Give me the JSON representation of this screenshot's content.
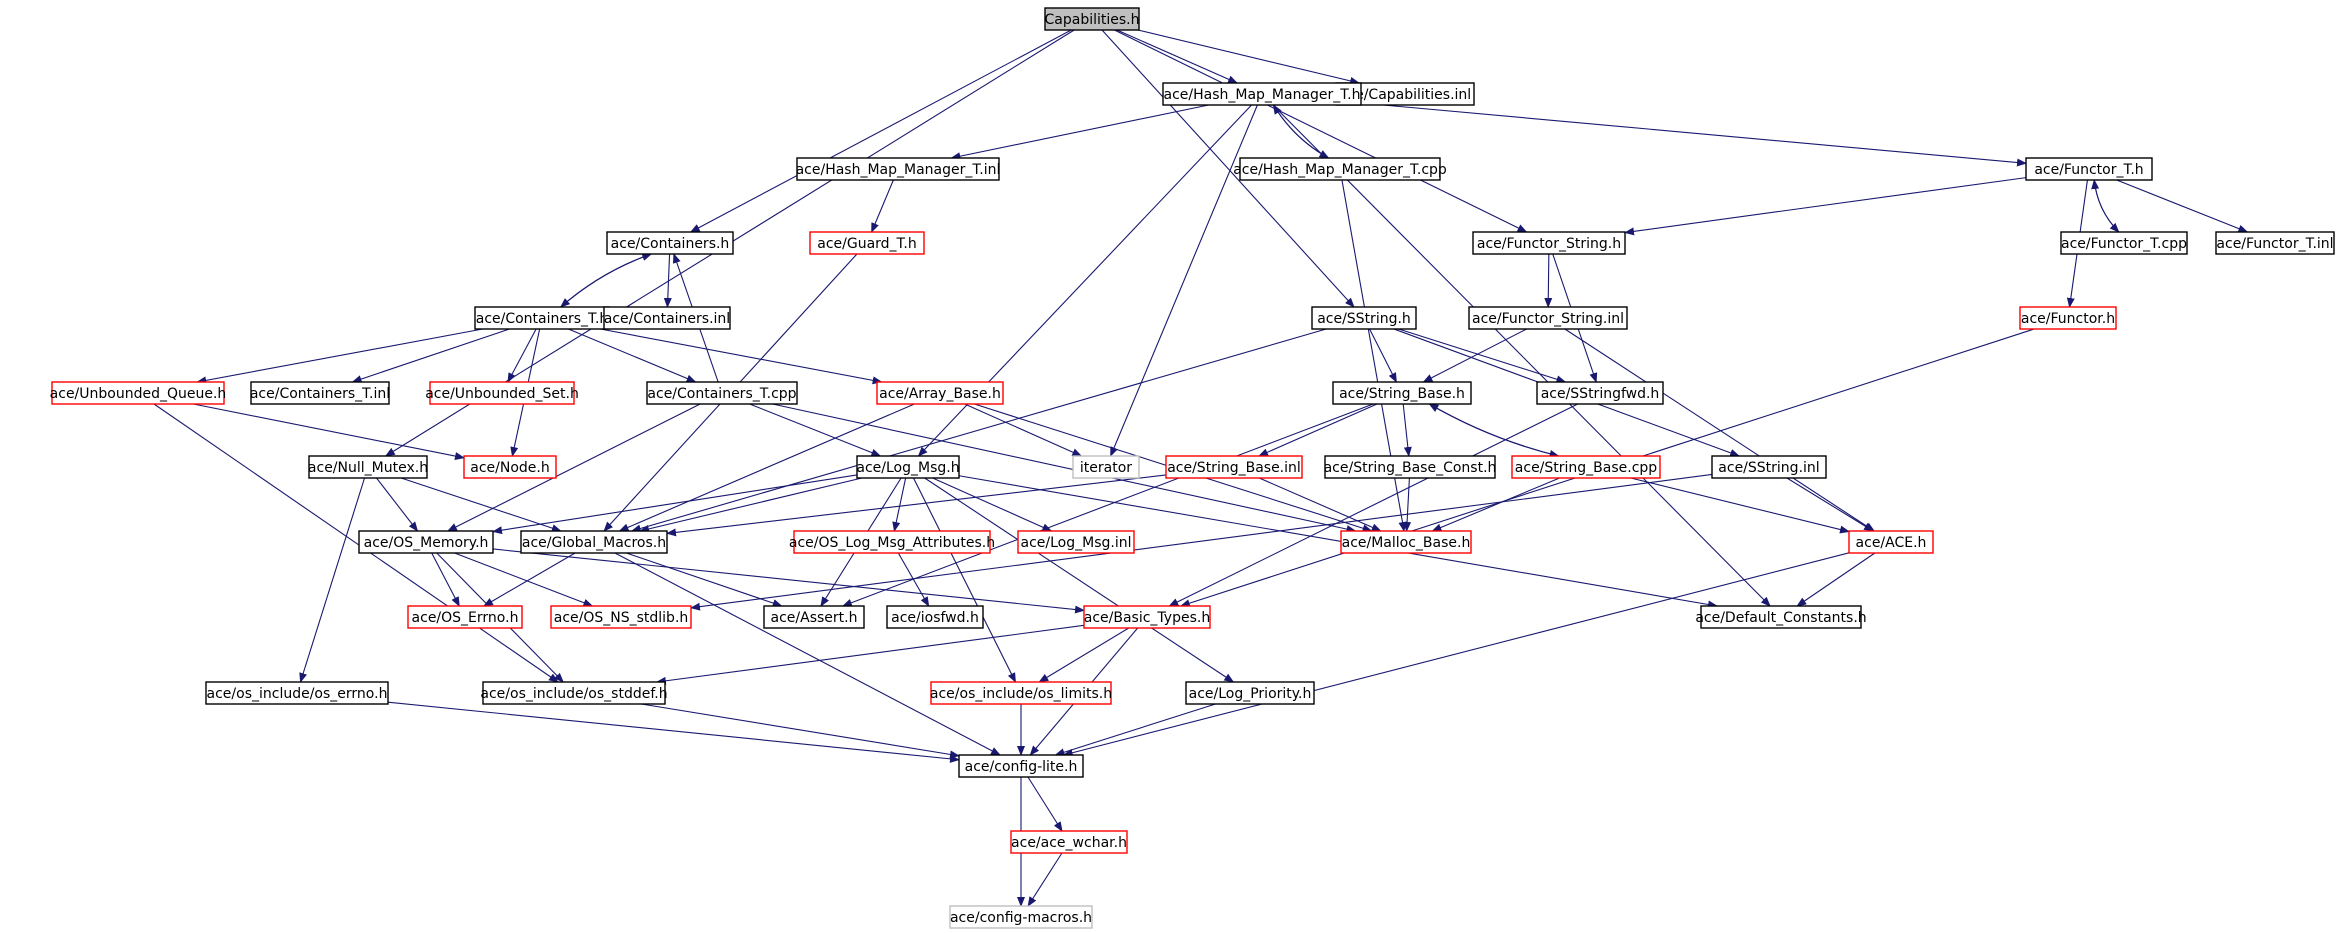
{
  "colors": {
    "edge": "#191970",
    "border_normal": "#000000",
    "border_undocumented": "#ff0000",
    "border_external": "#bfbfbf",
    "fill_root": "#bfbfbf",
    "fill_default": "#ffffff"
  },
  "nodes": [
    {
      "id": "capabilities_h",
      "label": "Capabilities.h",
      "kind": "root"
    },
    {
      "id": "capabilities_inl",
      "label": "ace/Capabilities.inl",
      "kind": "normal"
    },
    {
      "id": "hash_map_manager_t_h",
      "label": "ace/Hash_Map_Manager_T.h",
      "kind": "normal"
    },
    {
      "id": "hash_map_manager_t_inl",
      "label": "ace/Hash_Map_Manager_T.inl",
      "kind": "normal"
    },
    {
      "id": "hash_map_manager_t_cpp",
      "label": "ace/Hash_Map_Manager_T.cpp",
      "kind": "normal"
    },
    {
      "id": "functor_t_h",
      "label": "ace/Functor_T.h",
      "kind": "normal"
    },
    {
      "id": "functor_t_cpp",
      "label": "ace/Functor_T.cpp",
      "kind": "normal"
    },
    {
      "id": "functor_t_inl",
      "label": "ace/Functor_T.inl",
      "kind": "normal"
    },
    {
      "id": "guard_t_h",
      "label": "ace/Guard_T.h",
      "kind": "undocumented"
    },
    {
      "id": "containers_h",
      "label": "ace/Containers.h",
      "kind": "normal"
    },
    {
      "id": "functor_string_h",
      "label": "ace/Functor_String.h",
      "kind": "normal"
    },
    {
      "id": "functor_h",
      "label": "ace/Functor.h",
      "kind": "undocumented"
    },
    {
      "id": "containers_t_h",
      "label": "ace/Containers_T.h",
      "kind": "normal"
    },
    {
      "id": "containers_inl",
      "label": "ace/Containers.inl",
      "kind": "normal"
    },
    {
      "id": "sstring_h",
      "label": "ace/SString.h",
      "kind": "normal"
    },
    {
      "id": "functor_string_inl",
      "label": "ace/Functor_String.inl",
      "kind": "normal"
    },
    {
      "id": "unbounded_queue_h",
      "label": "ace/Unbounded_Queue.h",
      "kind": "undocumented"
    },
    {
      "id": "containers_t_inl",
      "label": "ace/Containers_T.inl",
      "kind": "normal"
    },
    {
      "id": "unbounded_set_h",
      "label": "ace/Unbounded_Set.h",
      "kind": "undocumented"
    },
    {
      "id": "containers_t_cpp",
      "label": "ace/Containers_T.cpp",
      "kind": "normal"
    },
    {
      "id": "array_base_h",
      "label": "ace/Array_Base.h",
      "kind": "undocumented"
    },
    {
      "id": "string_base_h",
      "label": "ace/String_Base.h",
      "kind": "normal"
    },
    {
      "id": "sstringfwd_h",
      "label": "ace/SStringfwd.h",
      "kind": "normal"
    },
    {
      "id": "null_mutex_h",
      "label": "ace/Null_Mutex.h",
      "kind": "normal"
    },
    {
      "id": "node_h",
      "label": "ace/Node.h",
      "kind": "undocumented"
    },
    {
      "id": "log_msg_h",
      "label": "ace/Log_Msg.h",
      "kind": "normal"
    },
    {
      "id": "iterator",
      "label": "iterator",
      "kind": "external"
    },
    {
      "id": "string_base_inl",
      "label": "ace/String_Base.inl",
      "kind": "undocumented"
    },
    {
      "id": "string_base_const_h",
      "label": "ace/String_Base_Const.h",
      "kind": "normal"
    },
    {
      "id": "string_base_cpp",
      "label": "ace/String_Base.cpp",
      "kind": "undocumented"
    },
    {
      "id": "sstring_inl",
      "label": "ace/SString.inl",
      "kind": "normal"
    },
    {
      "id": "os_memory_h",
      "label": "ace/OS_Memory.h",
      "kind": "normal"
    },
    {
      "id": "global_macros_h",
      "label": "ace/Global_Macros.h",
      "kind": "normal"
    },
    {
      "id": "os_log_msg_attributes_h",
      "label": "ace/OS_Log_Msg_Attributes.h",
      "kind": "undocumented"
    },
    {
      "id": "log_msg_inl",
      "label": "ace/Log_Msg.inl",
      "kind": "undocumented"
    },
    {
      "id": "malloc_base_h",
      "label": "ace/Malloc_Base.h",
      "kind": "undocumented"
    },
    {
      "id": "ace_h",
      "label": "ace/ACE.h",
      "kind": "undocumented"
    },
    {
      "id": "os_errno_h",
      "label": "ace/OS_Errno.h",
      "kind": "undocumented"
    },
    {
      "id": "os_ns_stdlib_h",
      "label": "ace/OS_NS_stdlib.h",
      "kind": "undocumented"
    },
    {
      "id": "assert_h",
      "label": "ace/Assert.h",
      "kind": "normal"
    },
    {
      "id": "iosfwd_h",
      "label": "ace/iosfwd.h",
      "kind": "normal"
    },
    {
      "id": "basic_types_h",
      "label": "ace/Basic_Types.h",
      "kind": "undocumented"
    },
    {
      "id": "default_constants_h",
      "label": "ace/Default_Constants.h",
      "kind": "normal"
    },
    {
      "id": "os_errno_include_h",
      "label": "ace/os_include/os_errno.h",
      "kind": "normal"
    },
    {
      "id": "os_stddef_h",
      "label": "ace/os_include/os_stddef.h",
      "kind": "normal"
    },
    {
      "id": "os_limits_h",
      "label": "ace/os_include/os_limits.h",
      "kind": "undocumented"
    },
    {
      "id": "log_priority_h",
      "label": "ace/Log_Priority.h",
      "kind": "normal"
    },
    {
      "id": "config_lite_h",
      "label": "ace/config-lite.h",
      "kind": "normal"
    },
    {
      "id": "ace_wchar_h",
      "label": "ace/ace_wchar.h",
      "kind": "undocumented"
    },
    {
      "id": "config_macros_h",
      "label": "ace/config-macros.h",
      "kind": "external"
    }
  ],
  "edges": [
    [
      "capabilities_h",
      "capabilities_inl"
    ],
    [
      "capabilities_h",
      "hash_map_manager_t_h"
    ],
    [
      "capabilities_h",
      "containers_h"
    ],
    [
      "capabilities_h",
      "null_mutex_h"
    ],
    [
      "capabilities_h",
      "functor_string_h"
    ],
    [
      "capabilities_h",
      "sstring_h"
    ],
    [
      "hash_map_manager_t_h",
      "hash_map_manager_t_inl"
    ],
    [
      "hash_map_manager_t_h",
      "hash_map_manager_t_cpp"
    ],
    [
      "hash_map_manager_t_h",
      "functor_t_h"
    ],
    [
      "hash_map_manager_t_h",
      "iterator"
    ],
    [
      "hash_map_manager_t_h",
      "log_msg_h"
    ],
    [
      "hash_map_manager_t_h",
      "default_constants_h"
    ],
    [
      "hash_map_manager_t_cpp",
      "hash_map_manager_t_h"
    ],
    [
      "hash_map_manager_t_cpp",
      "malloc_base_h"
    ],
    [
      "hash_map_manager_t_inl",
      "guard_t_h"
    ],
    [
      "guard_t_h",
      "global_macros_h"
    ],
    [
      "functor_t_h",
      "functor_string_h"
    ],
    [
      "functor_t_h",
      "functor_t_cpp"
    ],
    [
      "functor_t_h",
      "functor_t_inl"
    ],
    [
      "functor_t_h",
      "functor_h"
    ],
    [
      "functor_t_cpp",
      "functor_t_h"
    ],
    [
      "functor_h",
      "basic_types_h"
    ],
    [
      "functor_string_h",
      "functor_string_inl"
    ],
    [
      "functor_string_h",
      "sstringfwd_h"
    ],
    [
      "functor_string_inl",
      "string_base_h"
    ],
    [
      "functor_string_inl",
      "ace_h"
    ],
    [
      "containers_h",
      "containers_t_h"
    ],
    [
      "containers_h",
      "containers_inl"
    ],
    [
      "containers_t_h",
      "containers_h"
    ],
    [
      "containers_t_h",
      "unbounded_queue_h"
    ],
    [
      "containers_t_h",
      "containers_t_inl"
    ],
    [
      "containers_t_h",
      "unbounded_set_h"
    ],
    [
      "containers_t_h",
      "node_h"
    ],
    [
      "containers_t_h",
      "containers_t_cpp"
    ],
    [
      "containers_t_h",
      "array_base_h"
    ],
    [
      "containers_t_cpp",
      "containers_h"
    ],
    [
      "containers_t_cpp",
      "log_msg_h"
    ],
    [
      "containers_t_cpp",
      "os_memory_h"
    ],
    [
      "containers_t_cpp",
      "malloc_base_h"
    ],
    [
      "unbounded_queue_h",
      "node_h"
    ],
    [
      "unbounded_queue_h",
      "os_stddef_h"
    ],
    [
      "array_base_h",
      "global_macros_h"
    ],
    [
      "array_base_h",
      "iterator"
    ],
    [
      "array_base_h",
      "malloc_base_h"
    ],
    [
      "sstring_h",
      "string_base_h"
    ],
    [
      "sstring_h",
      "sstringfwd_h"
    ],
    [
      "sstring_h",
      "sstring_inl"
    ],
    [
      "sstring_h",
      "global_macros_h"
    ],
    [
      "sstringfwd_h",
      "basic_types_h"
    ],
    [
      "string_base_h",
      "string_base_inl"
    ],
    [
      "string_base_h",
      "string_base_const_h"
    ],
    [
      "string_base_h",
      "string_base_cpp"
    ],
    [
      "string_base_h",
      "assert_h"
    ],
    [
      "string_base_cpp",
      "string_base_h"
    ],
    [
      "string_base_cpp",
      "malloc_base_h"
    ],
    [
      "string_base_cpp",
      "ace_h"
    ],
    [
      "string_base_inl",
      "malloc_base_h"
    ],
    [
      "string_base_inl",
      "global_macros_h"
    ],
    [
      "string_base_const_h",
      "malloc_base_h"
    ],
    [
      "sstring_inl",
      "ace_h"
    ],
    [
      "sstring_inl",
      "os_ns_stdlib_h"
    ],
    [
      "null_mutex_h",
      "os_memory_h"
    ],
    [
      "null_mutex_h",
      "global_macros_h"
    ],
    [
      "null_mutex_h",
      "os_errno_include_h"
    ],
    [
      "log_msg_h",
      "global_macros_h"
    ],
    [
      "log_msg_h",
      "os_log_msg_attributes_h"
    ],
    [
      "log_msg_h",
      "log_msg_inl"
    ],
    [
      "log_msg_h",
      "assert_h"
    ],
    [
      "log_msg_h",
      "os_limits_h"
    ],
    [
      "log_msg_h",
      "log_priority_h"
    ],
    [
      "log_msg_h",
      "default_constants_h"
    ],
    [
      "log_msg_h",
      "os_memory_h"
    ],
    [
      "os_log_msg_attributes_h",
      "iosfwd_h"
    ],
    [
      "os_memory_h",
      "os_errno_h"
    ],
    [
      "os_memory_h",
      "os_ns_stdlib_h"
    ],
    [
      "os_memory_h",
      "os_stddef_h"
    ],
    [
      "os_memory_h",
      "basic_types_h"
    ],
    [
      "global_macros_h",
      "os_errno_h"
    ],
    [
      "global_macros_h",
      "assert_h"
    ],
    [
      "global_macros_h",
      "config_lite_h"
    ],
    [
      "ace_h",
      "default_constants_h"
    ],
    [
      "ace_h",
      "config_lite_h"
    ],
    [
      "basic_types_h",
      "os_stddef_h"
    ],
    [
      "basic_types_h",
      "os_limits_h"
    ],
    [
      "basic_types_h",
      "config_lite_h"
    ],
    [
      "os_errno_include_h",
      "config_lite_h"
    ],
    [
      "os_stddef_h",
      "config_lite_h"
    ],
    [
      "os_limits_h",
      "config_lite_h"
    ],
    [
      "log_priority_h",
      "config_lite_h"
    ],
    [
      "config_lite_h",
      "ace_wchar_h"
    ],
    [
      "config_lite_h",
      "config_macros_h"
    ],
    [
      "ace_wchar_h",
      "config_macros_h"
    ]
  ]
}
